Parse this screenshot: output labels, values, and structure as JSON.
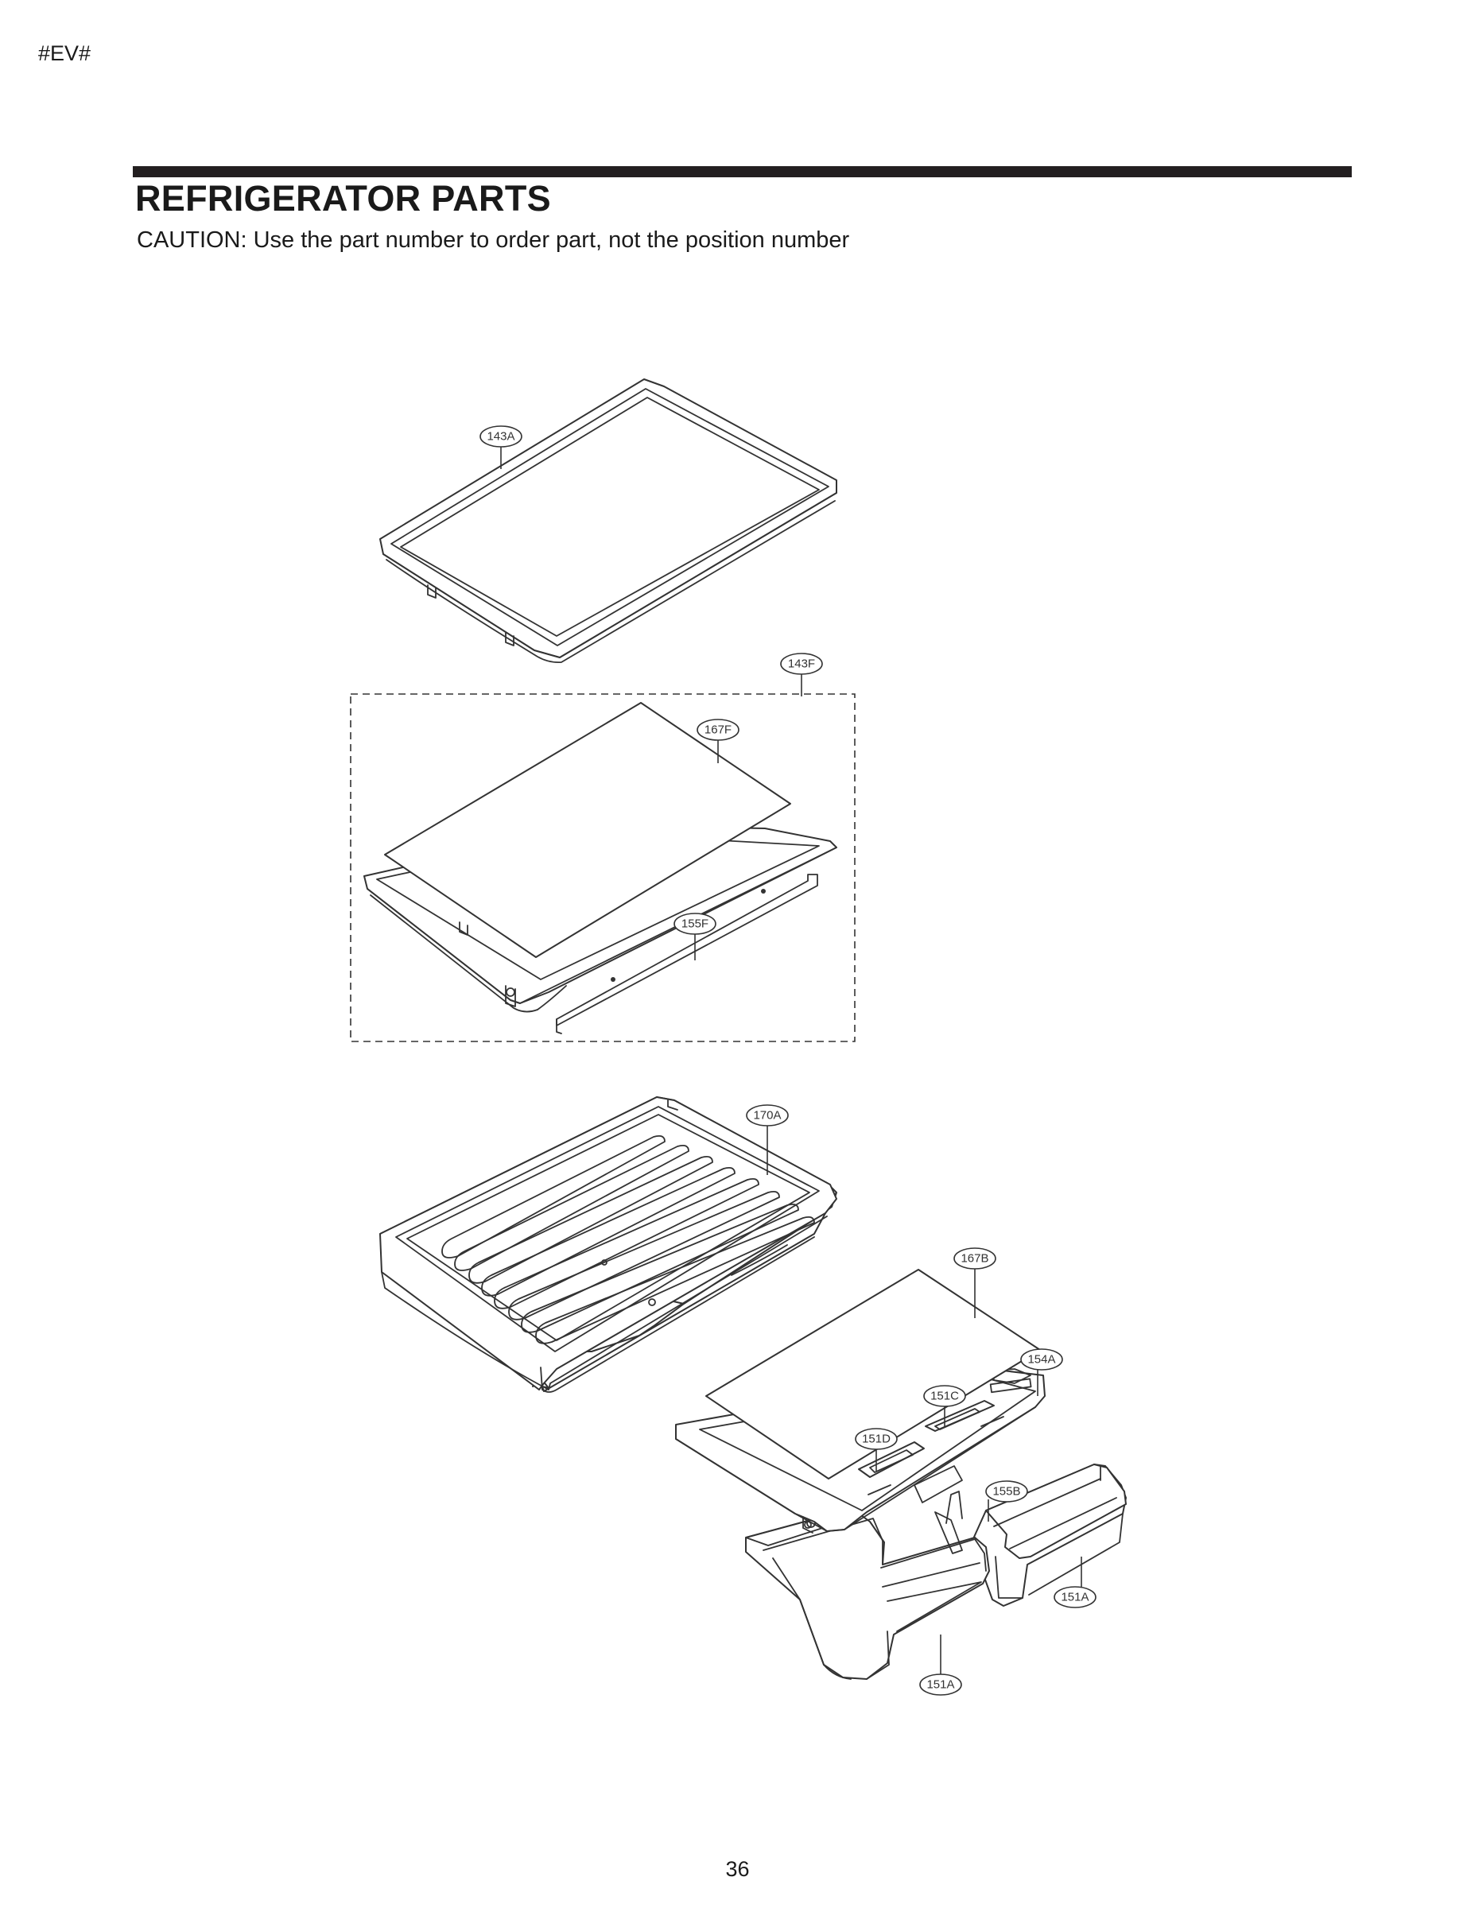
{
  "page": {
    "corner_code": "#EV#",
    "title": "REFRIGERATOR PARTS",
    "caution": "CAUTION: Use the part number to order part, not the position number",
    "page_number": "36"
  },
  "callouts": {
    "c143A": "143A",
    "c143F": "143F",
    "c167F": "167F",
    "c155F": "155F",
    "c170A": "170A",
    "c167B": "167B",
    "c154A": "154A",
    "c151C": "151C",
    "c151D": "151D",
    "c155B": "155B",
    "c151A_right": "151A",
    "c151A_left": "151A"
  }
}
